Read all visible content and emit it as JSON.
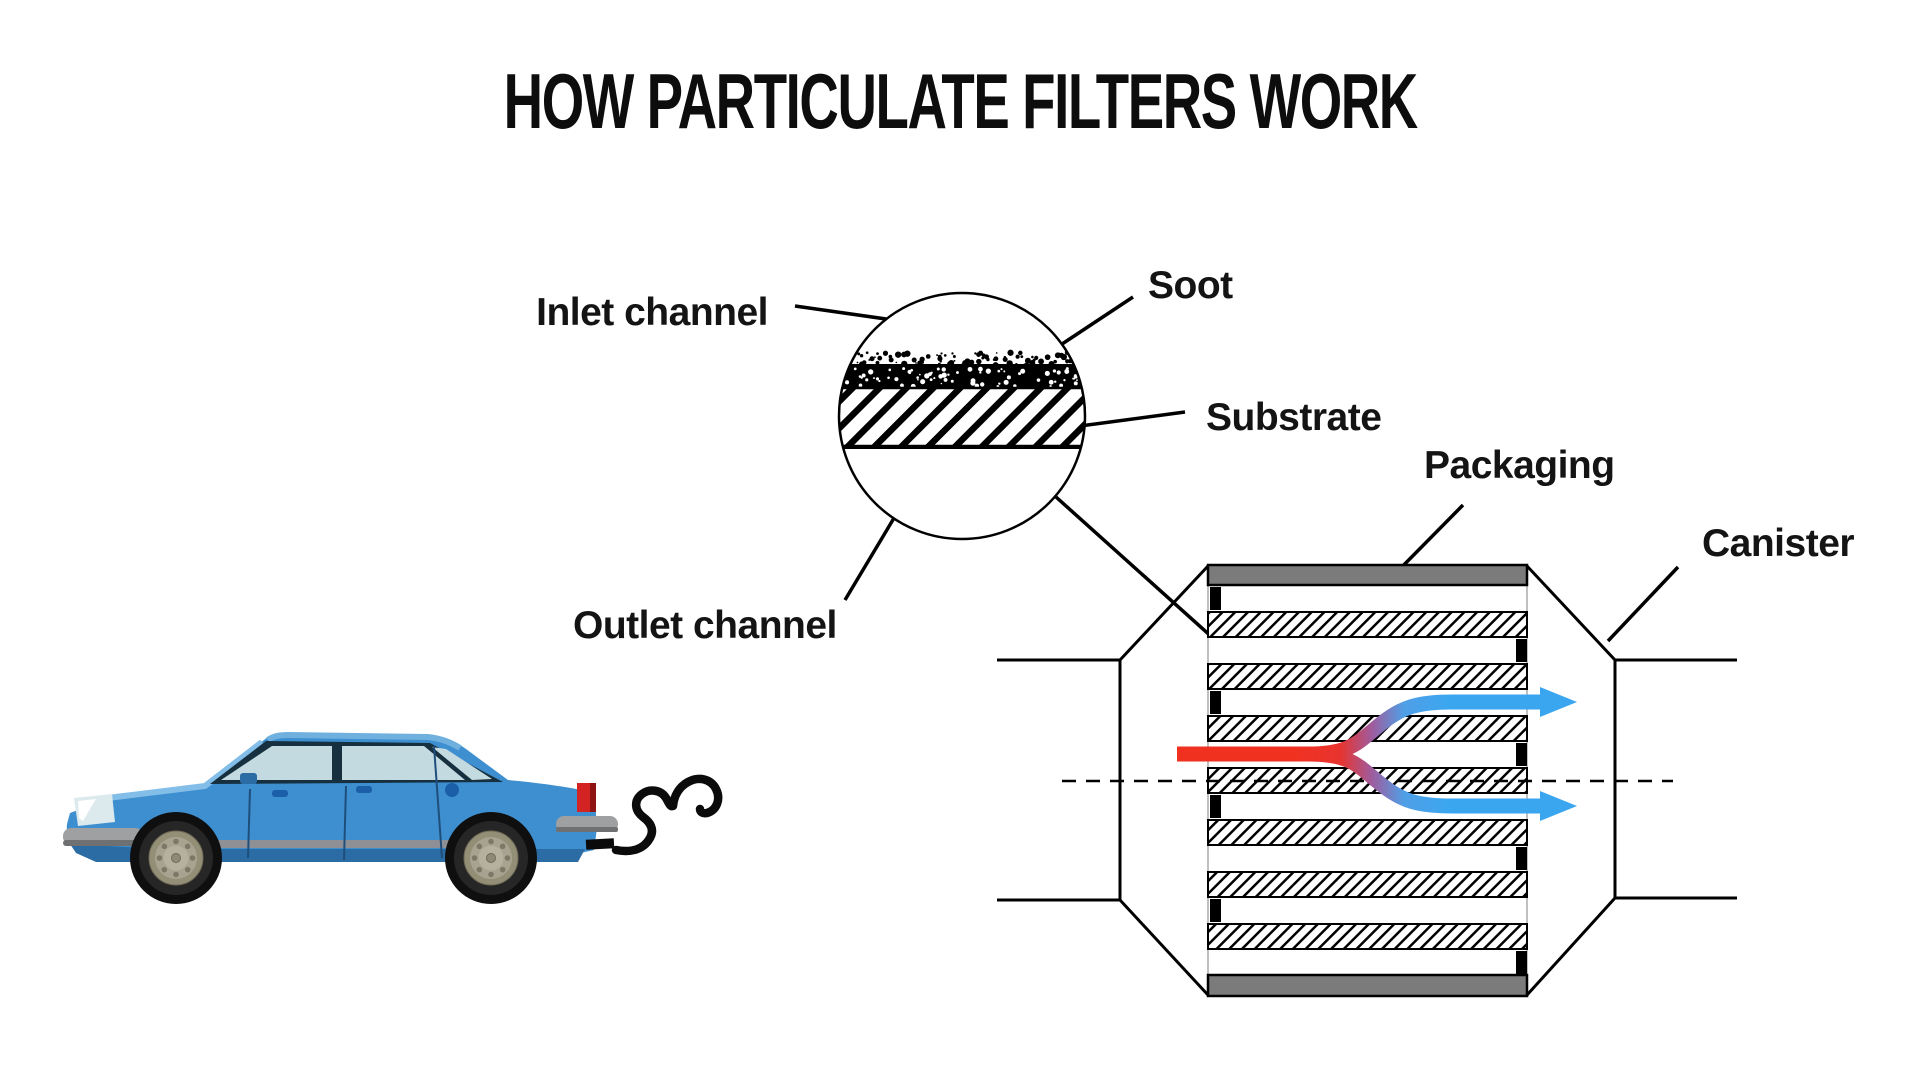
{
  "title": "HOW PARTICULATE FILTERS WORK",
  "labels": {
    "inlet_channel": "Inlet channel",
    "soot": "Soot",
    "substrate": "Substrate",
    "outlet_channel": "Outlet channel",
    "packaging": "Packaging",
    "canister": "Canister"
  },
  "colors": {
    "exhaust_red": "#F1311F",
    "clean_air_blue": "#3BA6F0",
    "car_body_blue": "#3E8FD0",
    "packaging_gray": "#7B7B7B",
    "line_black": "#000000",
    "text_black": "#141414"
  },
  "diagram": {
    "magnifier_layers_top_to_bottom": [
      "Inlet channel",
      "Soot",
      "Substrate",
      "Outlet channel"
    ],
    "filter_channel_count": 8,
    "filter_wall_count": 7,
    "flow": "dirty exhaust enters inlet channel (red), passes through porous substrate walls, clean gas exits outlet channels (blue)"
  }
}
